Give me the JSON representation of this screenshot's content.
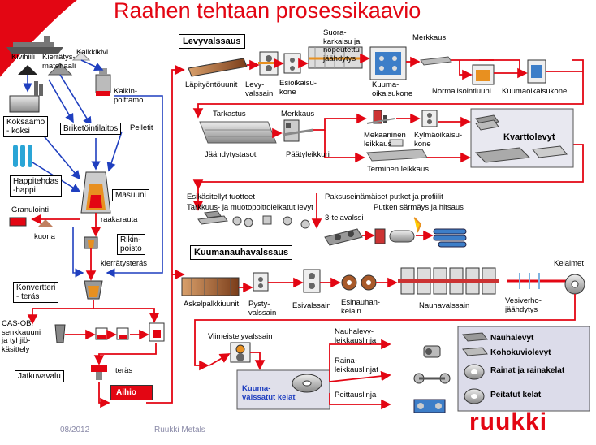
{
  "title": "Raahen tehtaan prosessikaavio",
  "footer": {
    "date": "08/2012",
    "company": "Ruukki Metals",
    "logo": "ruukki"
  },
  "raw": {
    "kivihiili": "Kivihiili",
    "kierratys": "Kierrätys-\nmateriaali",
    "kalkkikivi": "Kalkkikivi",
    "kalkinpolttamo": "Kalkin-\npolttamo",
    "koksaamo": "Koksaamo\n- koksi",
    "briketointilaitos": "Briketöintilaitos",
    "pelletit": "Pelletit",
    "happitehdas": "Happitehdas\n-happi",
    "masuuni": "Masuuni",
    "granulointi": "Granulointi",
    "kuona": "kuona",
    "raakarauta": "raakarauta",
    "rikinpoisto": "Rikin-\npoisto",
    "kierratysteras": "kierrätysteräs",
    "konvertteri": "Konvertteri\n- teräs",
    "casob": "CAS-OB,\nsenkkauuni\nja tyhjiö-\nkäsittely",
    "jatkuvavalu": "Jatkuvavalu",
    "teras": "teräs",
    "aihio": "Aihio"
  },
  "plate": {
    "section": "Levyvalssaus",
    "lapityontouunit": "Läpityöntöuunit",
    "levyvalssain": "Levy-\nvalssain",
    "esioikaisukone": "Esioikaisu-\nkone",
    "suorakarkaisu": "Suora-\nkarkaisu ja\nnopeutettu\njäähdytys",
    "kuumaoikaisukone": "Kuuma-\noikaisukone",
    "merkkaus1": "Merkkaus",
    "normalisointiuuni": "Normalisointiuuni",
    "kuumaoikaisukone2": "Kuumaoikaisukone",
    "tarkastus": "Tarkastus",
    "jaahdytystasot": "Jäähdytystasot",
    "merkkaus2": "Merkkaus",
    "paatyleikkuri": "Päätyleikkuri",
    "mekaaninen": "Mekaaninen\nleikkaus",
    "kylmaoikaisukone": "Kylmäoikaisu-\nkone",
    "terminen": "Terminen leikkaus",
    "kvarttolevyt": "Kvarttolevyt",
    "esikasitellyt": "Esikäsitellyt tuotteet",
    "tarkkuus": "Tarkkuus- ja muotopolttoleikatut levyt",
    "paksuseinamaiset": "Paksuseinämäiset putket ja profiilit",
    "telavalssi": "3-telavalssi",
    "putken": "Putken särmäys ja hitsaus"
  },
  "strip": {
    "section": "Kuumanauhavalssaus",
    "askelpalkki": "Askelpalkkiuunit",
    "pystyvalssain": "Pysty-\nvalssain",
    "esivalssain": "Esivalssain",
    "esinauhankelain": "Esinauhan-\nkelain",
    "nauhavalssain": "Nauhavalssain",
    "kelaimet": "Kelaimet",
    "vesiverho": "Vesiverho-\njäähdytys",
    "viimeistely": "Viimeistelyvalssain",
    "kuumavalssatut": "Kuuma-\nvalssatut kelat",
    "nauhalevyleikkauslinja": "Nauhalevy-\nleikkauslinja",
    "rainaleikkauslinjat": "Raina-\nleikkauslinjat",
    "peittauslinja": "Peittauslinja"
  },
  "products": [
    "Nauhalevyt",
    "Kohokuviolevyt",
    "Rainat ja rainakelat",
    "Peitatut kelat"
  ],
  "colors": {
    "flow": "#e30613",
    "raw_flow": "#1f3fbf",
    "title": "#e30613",
    "legend_bg": "#dcdcea"
  }
}
